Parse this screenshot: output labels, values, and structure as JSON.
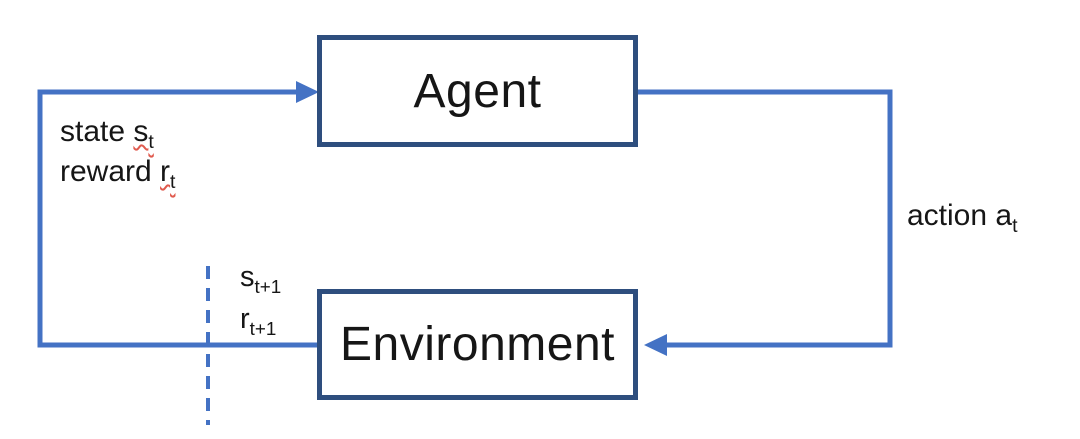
{
  "colors": {
    "connector": "#4472c4",
    "box_border": "#2e4e7e",
    "box_fill": "#ffffff",
    "background": "#ffffff",
    "text": "#161616",
    "squiggle": "#e05a4e"
  },
  "nodes": {
    "agent": {
      "label": "Agent"
    },
    "environment": {
      "label": "Environment"
    }
  },
  "labels": {
    "state": {
      "prefix": "state ",
      "symbol": "s",
      "sub": "t"
    },
    "reward": {
      "prefix": "reward ",
      "symbol": "r",
      "sub": "t"
    },
    "action": {
      "prefix": "action ",
      "symbol": "a",
      "sub": "t"
    },
    "next_state": {
      "symbol": "s",
      "sub": "t+1"
    },
    "next_reward": {
      "symbol": "r",
      "sub": "t+1"
    }
  }
}
